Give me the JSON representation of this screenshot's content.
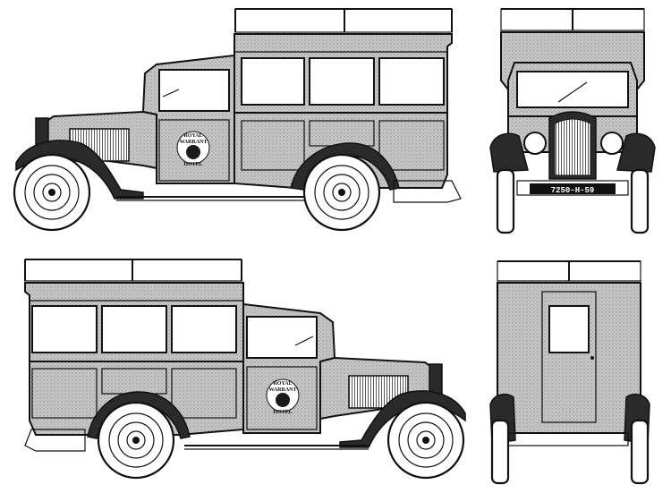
{
  "views": [
    {
      "id": "side-left",
      "emblem": [
        "ROYAL",
        "WARRANT",
        "HOTEL"
      ]
    },
    {
      "id": "front"
    },
    {
      "id": "side-right",
      "emblem": [
        "ROYAL",
        "WARRANT",
        "HOTEL"
      ]
    },
    {
      "id": "rear"
    }
  ],
  "plate": "7250-H-59",
  "colors": {
    "ink": "#111111",
    "paper": "#ffffff",
    "tone": "#bdbdbd"
  }
}
